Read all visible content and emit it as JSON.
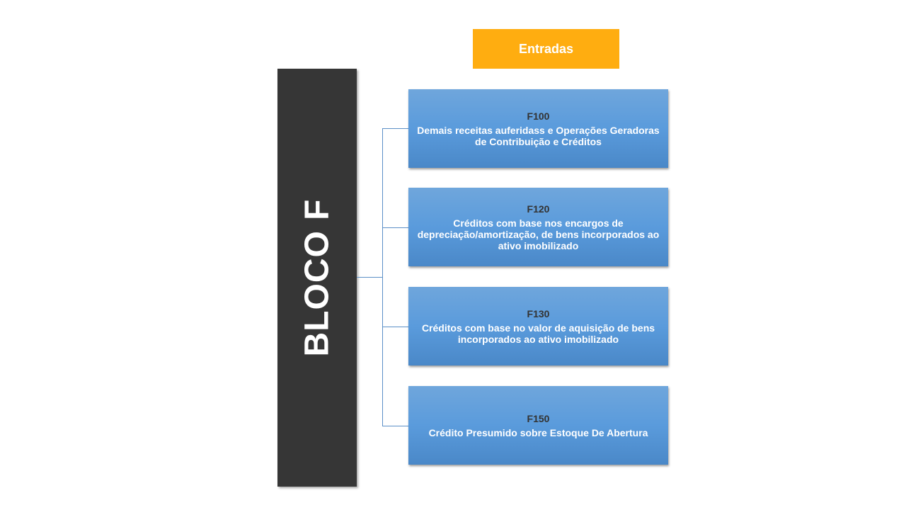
{
  "header": {
    "title": "Entradas"
  },
  "block": {
    "title": "BLOCO F"
  },
  "records": [
    {
      "code": "F100",
      "description": "Demais receitas auferidass e Operações Geradoras de Contribuição e Créditos"
    },
    {
      "code": "F120",
      "description": "Créditos com base nos encargos de depreciação/amortização, de bens incorporados ao ativo imobilizado"
    },
    {
      "code": "F130",
      "description": "Créditos com base no valor de aquisição de bens incorporados ao ativo imobilizado"
    },
    {
      "code": "F150",
      "description": "Crédito Presumido sobre Estoque De Abertura"
    }
  ],
  "colors": {
    "header": "#FFAD10",
    "block": "#363636",
    "box": "#5a9bdc",
    "connector": "#5b8fc7"
  }
}
